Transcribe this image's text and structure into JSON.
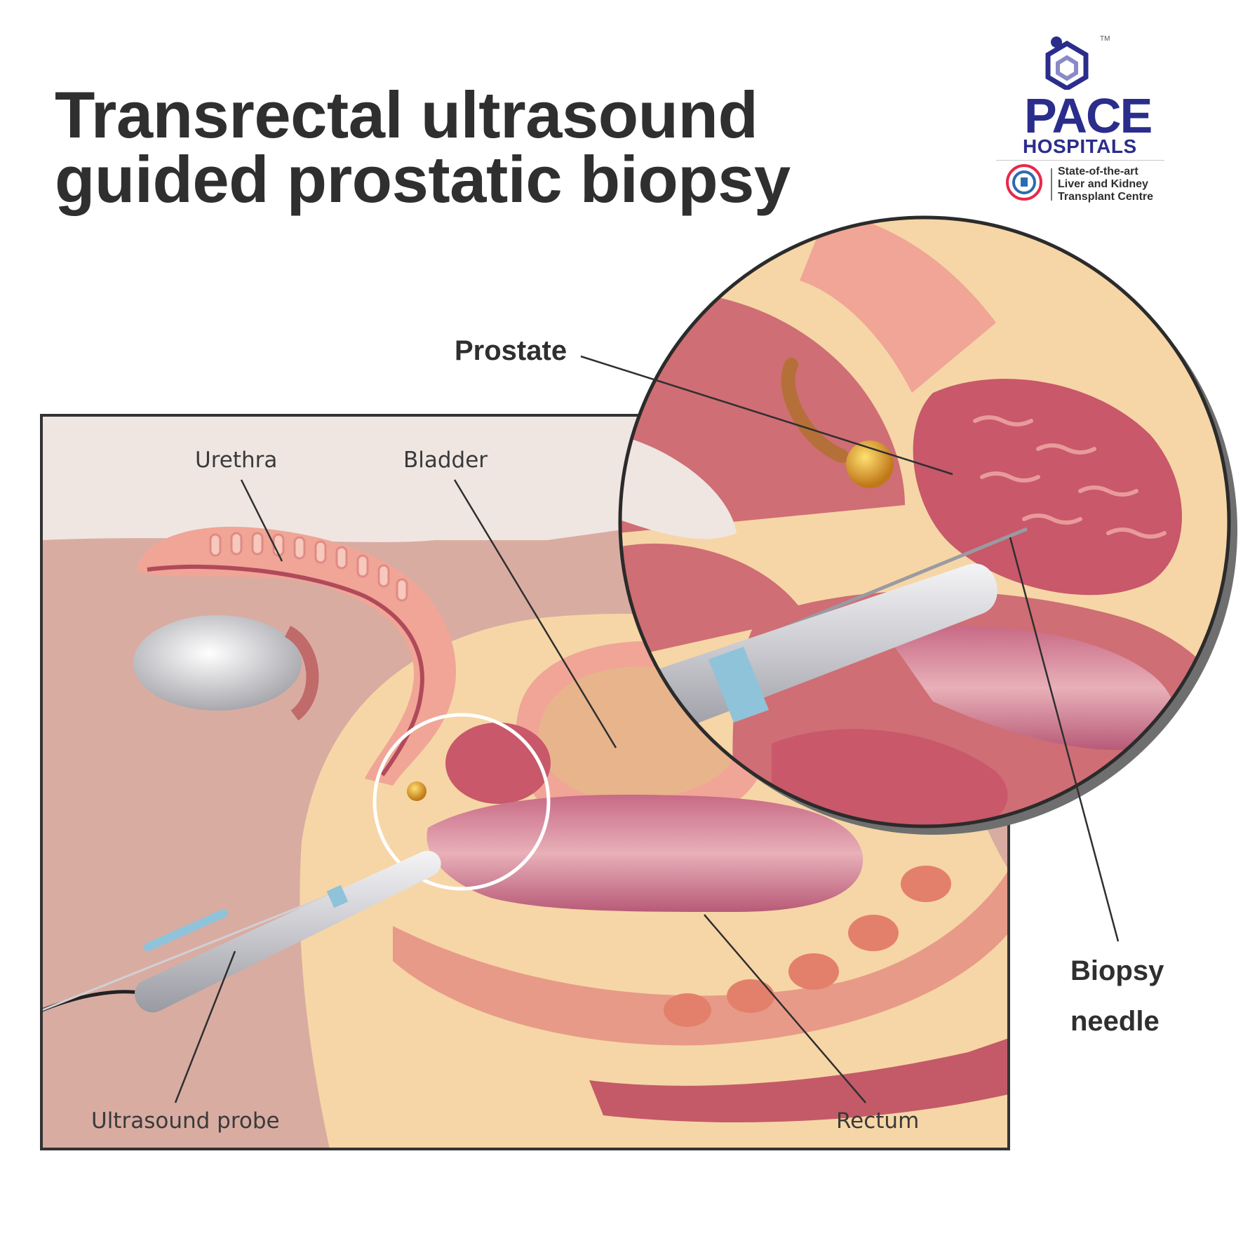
{
  "title": {
    "line1": "Transrectal ultrasound",
    "line2": "guided prostatic biopsy"
  },
  "logo": {
    "wordmark": "PACE",
    "subtitle": "HOSPITALS",
    "trademark": "TM",
    "tagline": [
      "State-of-the-art",
      "Liver and Kidney",
      "Transplant Centre"
    ],
    "brand_color": "#2b2d8c",
    "accent_color": "#e8294a"
  },
  "labels": {
    "urethra": "Urethra",
    "bladder": "Bladder",
    "prostate": "Prostate",
    "rectum": "Rectum",
    "ultrasound_probe": "Ultrasound probe",
    "biopsy_needle": [
      "Biopsy",
      "needle"
    ]
  },
  "colors": {
    "background": "#efe6e2",
    "skin_fill": "#d9aca2",
    "tissue_light": "#f6d6a6",
    "muscle": "#cf6e74",
    "organ_pink": "#f0a597",
    "probe": "#cfcfd3",
    "prostate_gold": "#e0a020",
    "frame": "#333333"
  }
}
